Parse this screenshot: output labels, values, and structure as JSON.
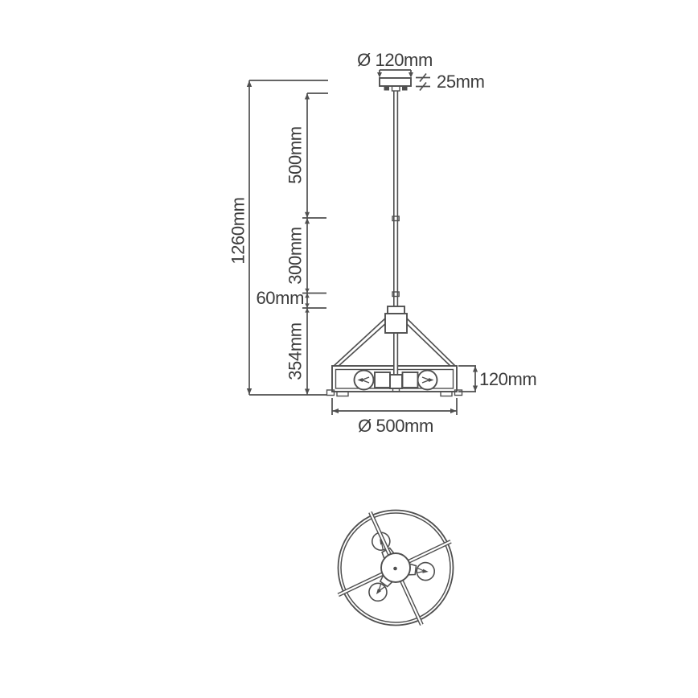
{
  "meta": {
    "background": "#ffffff",
    "line_color": "#4f4f4f",
    "text_color": "#3c3c3c"
  },
  "side_view": {
    "labels": {
      "canopy_diameter": "Ø 120mm",
      "canopy_height": "25mm",
      "total_height": "1260mm",
      "upper_rod_length": "500mm",
      "middle_rod_length": "300mm",
      "connector_length": "60mm",
      "body_height": "354mm",
      "rim_height": "120mm",
      "shade_diameter": "Ø 500mm"
    }
  }
}
